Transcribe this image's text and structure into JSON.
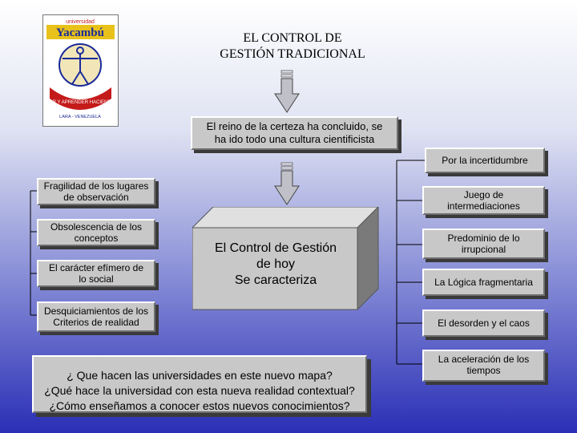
{
  "title": {
    "line1": "EL CONTROL DE",
    "line2": "GESTIÓN TRADICIONAL"
  },
  "logo": {
    "top_text": "universidad",
    "name": "Yacambú",
    "motto": "¡POR Y APRENDER HACIENDO!",
    "city": "LARA - VENEZUELA"
  },
  "statement": {
    "line1": "El reino de la certeza ha concluido, se",
    "line2": "ha ido todo una cultura cientificista"
  },
  "center": {
    "line1": "El Control de Gestión",
    "line2": "de hoy",
    "line3": "Se caracteriza"
  },
  "left_items": [
    {
      "line1": "Fragilidad de los lugares",
      "line2": "de observación"
    },
    {
      "line1": "Obsolescencia de los",
      "line2": "conceptos"
    },
    {
      "line1": "El carácter efímero de",
      "line2": "lo social"
    },
    {
      "line1": "Desquiciamientos de los",
      "line2": "Criterios de realidad"
    }
  ],
  "right_items": [
    {
      "line1": "Por la incertidumbre",
      "line2": ""
    },
    {
      "line1": "Juego de",
      "line2": "intermediaciones"
    },
    {
      "line1": "Predominio de lo",
      "line2": "irrupcional"
    },
    {
      "line1": "La Lógica fragmentaria",
      "line2": ""
    },
    {
      "line1": "El desorden y el caos",
      "line2": ""
    },
    {
      "line1": "La aceleración de los",
      "line2": "tiempos"
    }
  ],
  "question": {
    "line1": "¿ Que hacen las universidades en este nuevo mapa?",
    "line2": "¿Qué hace la universidad con esta nueva realidad contextual?",
    "line3": "¿Cómo enseñamos a conocer estos nuevos conocimientos?"
  },
  "colors": {
    "box": "#c8c8c8",
    "shadow": "#3a3a3a",
    "background_bottom": "#2a2fb6",
    "arrow": "#c0c0c8"
  }
}
